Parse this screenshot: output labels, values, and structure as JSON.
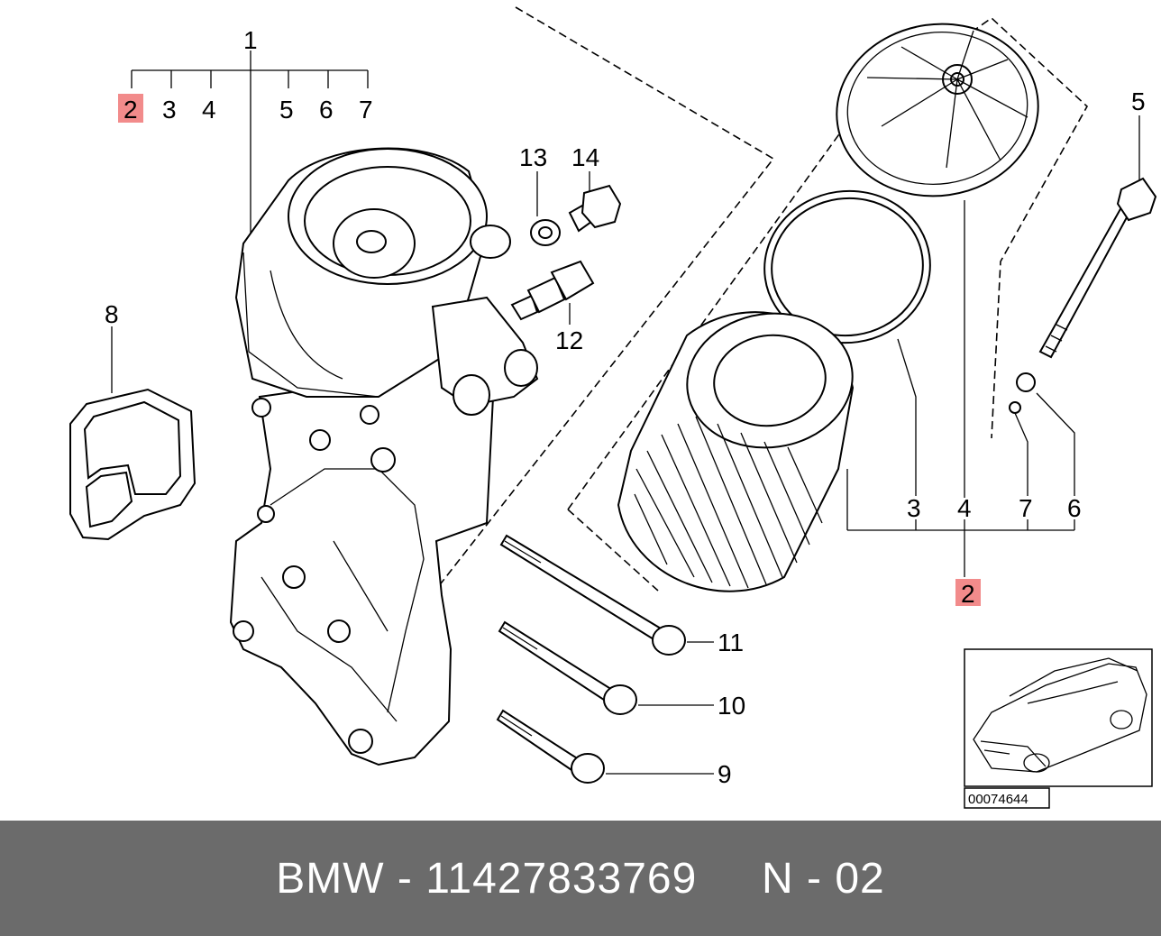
{
  "labels": {
    "top_group": "1",
    "top_subs": [
      "2",
      "3",
      "4",
      "5",
      "6",
      "7"
    ],
    "gasket": "8",
    "bolt_9": "9",
    "bolt_10": "10",
    "bolt_11": "11",
    "sensor": "12",
    "washer": "13",
    "plug": "14",
    "long_bolt": "5",
    "filter_group": [
      "3",
      "4",
      "7",
      "6"
    ],
    "filter_highlight": "2"
  },
  "highlight_color": "#f28b8b",
  "diagram_code": "00074644",
  "footer": {
    "brand": "BMW",
    "separator": " - ",
    "part_number": "11427833769",
    "gap": "     ",
    "ref": "N - 02"
  },
  "footer_color": "#6b6b6b"
}
